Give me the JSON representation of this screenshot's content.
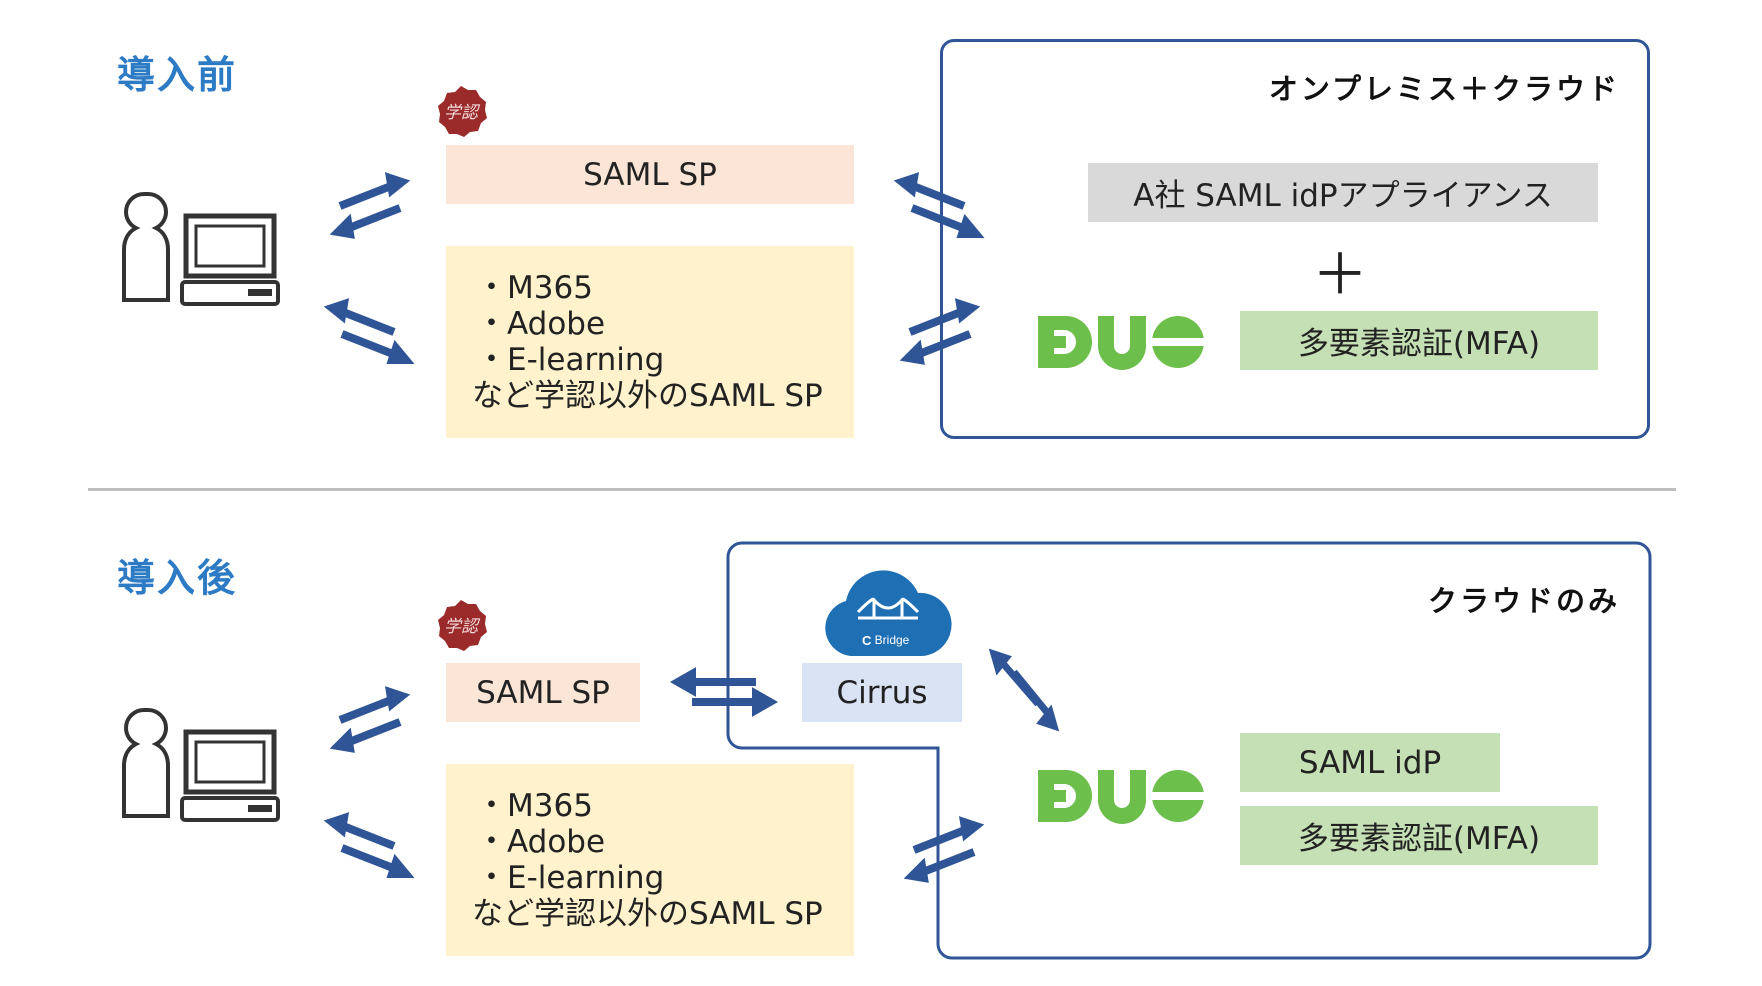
{
  "before": {
    "title": "導入前",
    "region_title": "オンプレミス＋クラウド",
    "sp_label": "SAML SP",
    "other_sps": [
      "M365",
      "Adobe",
      "E-learning"
    ],
    "other_sps_caption": "など学認以外のSAML SP",
    "idp_label": "A社 SAML idPアプライアンス",
    "plus": "＋",
    "mfa_label": "多要素認証(MFA)",
    "seal_text": "学認"
  },
  "after": {
    "title": "導入後",
    "region_title": "クラウドのみ",
    "sp_label": "SAML SP",
    "other_sps": [
      "M365",
      "Adobe",
      "E-learning"
    ],
    "other_sps_caption": "など学認以外のSAML SP",
    "cirrus_label": "Cirrus",
    "bridge_label": "Bridge",
    "idp_label": "SAML idP",
    "mfa_label": "多要素認証(MFA)",
    "seal_text": "学認"
  },
  "colors": {
    "section_title": "#2d7bc4",
    "frame": "#2f5597",
    "arrow": "#2f5597",
    "duo_green": "#6dbf4b",
    "cloud_blue": "#1f6fb5",
    "seal_red": "#9b2b2b"
  },
  "icons": [
    "user-computer-icon",
    "gakunin-seal-icon",
    "duo-logo",
    "cirrus-bridge-cloud-icon",
    "bidirectional-arrow-icon"
  ]
}
